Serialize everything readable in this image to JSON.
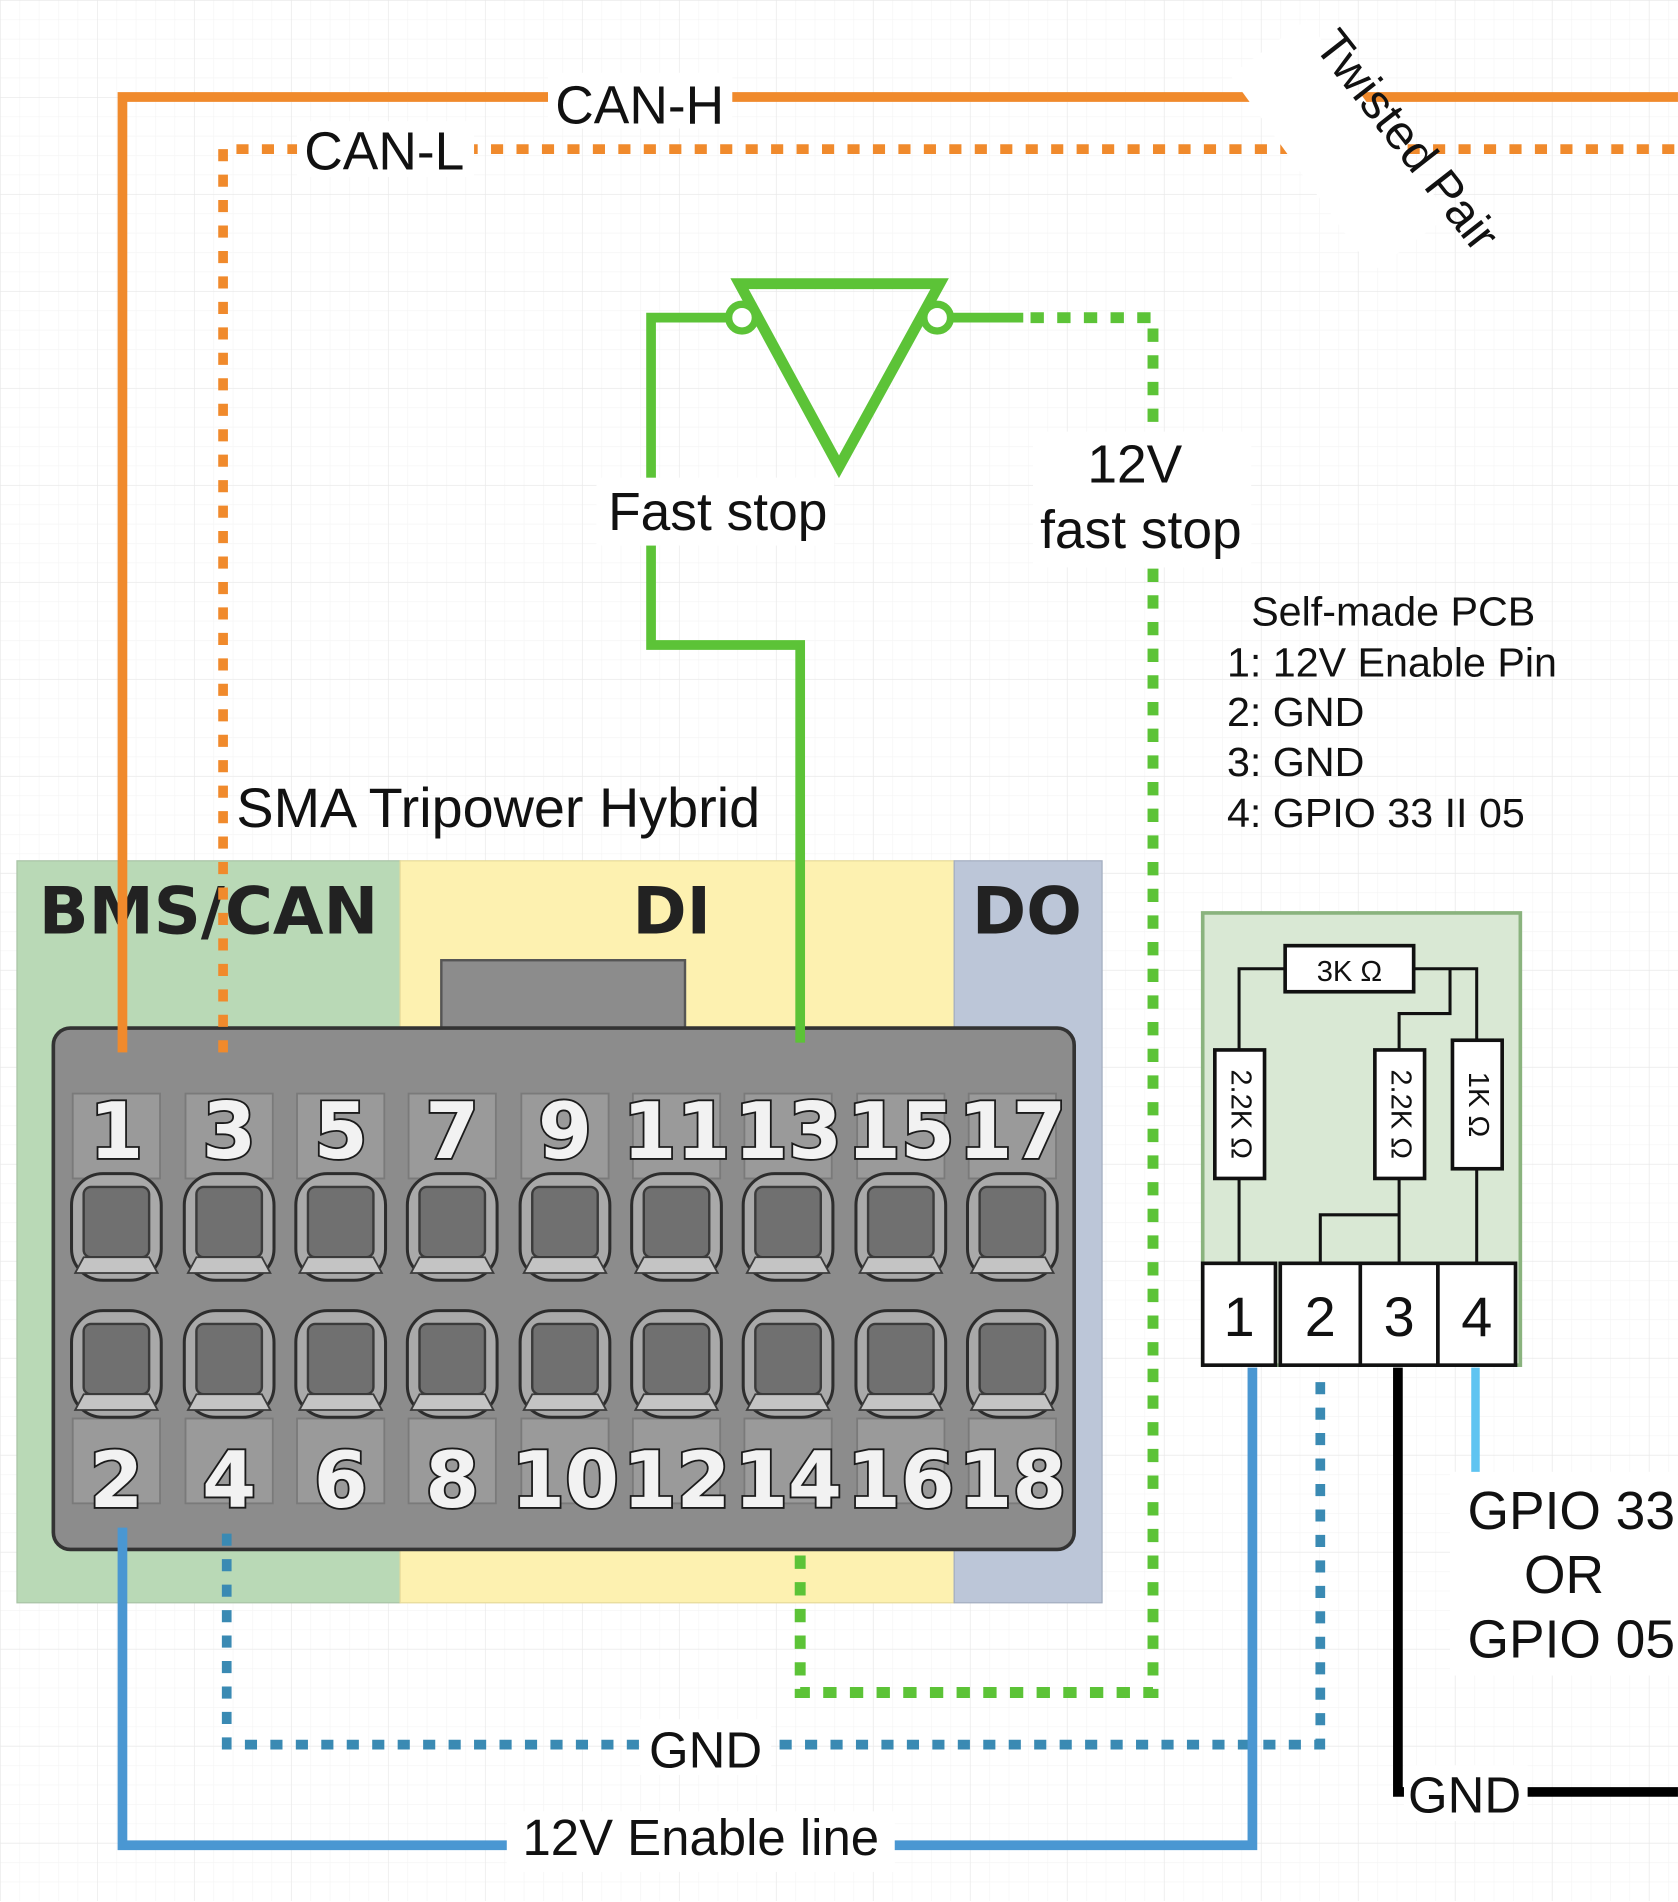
{
  "wires": {
    "can_h": "CAN-H",
    "can_l": "CAN-L",
    "twisted_pair": "Twisted Pair",
    "fast_stop": "Fast stop",
    "fast_stop_12v_line1": "12V",
    "fast_stop_12v_line2": "fast stop",
    "gnd_main": "GND",
    "enable_line": "12V Enable line",
    "gnd_right": "GND",
    "gpio_line1": "GPIO 33",
    "gpio_line2": "OR",
    "gpio_line3": "GPIO 05"
  },
  "connector": {
    "title": "SMA Tripower Hybrid",
    "sections": {
      "bms": "BMS/CAN",
      "di": "DI",
      "do": "DO"
    },
    "top_pins": [
      "1",
      "3",
      "5",
      "7",
      "9",
      "11",
      "13",
      "15",
      "17"
    ],
    "bottom_pins": [
      "2",
      "4",
      "6",
      "8",
      "10",
      "12",
      "14",
      "16",
      "18"
    ]
  },
  "pcb": {
    "notes": [
      "Self-made PCB",
      "1: 12V Enable Pin",
      "2: GND",
      "3: GND",
      "4: GPIO 33 II 05"
    ],
    "resistors": {
      "top": "3K Ω",
      "left": "2.2K Ω",
      "mid": "2.2K Ω",
      "right": "1K Ω"
    },
    "terminals": [
      "1",
      "2",
      "3",
      "4"
    ]
  },
  "colors": {
    "can": "#f08a2c",
    "fast_stop": "#5cc337",
    "enable": "#4a97d2",
    "gnd_dotted": "#3a8ab3",
    "gpio": "#5fc4f1",
    "bms_bg": "#b9d9b6",
    "di_bg": "#fdf1b0",
    "do_bg": "#bcc6d8",
    "pcb_bg": "#d9e8d4"
  }
}
